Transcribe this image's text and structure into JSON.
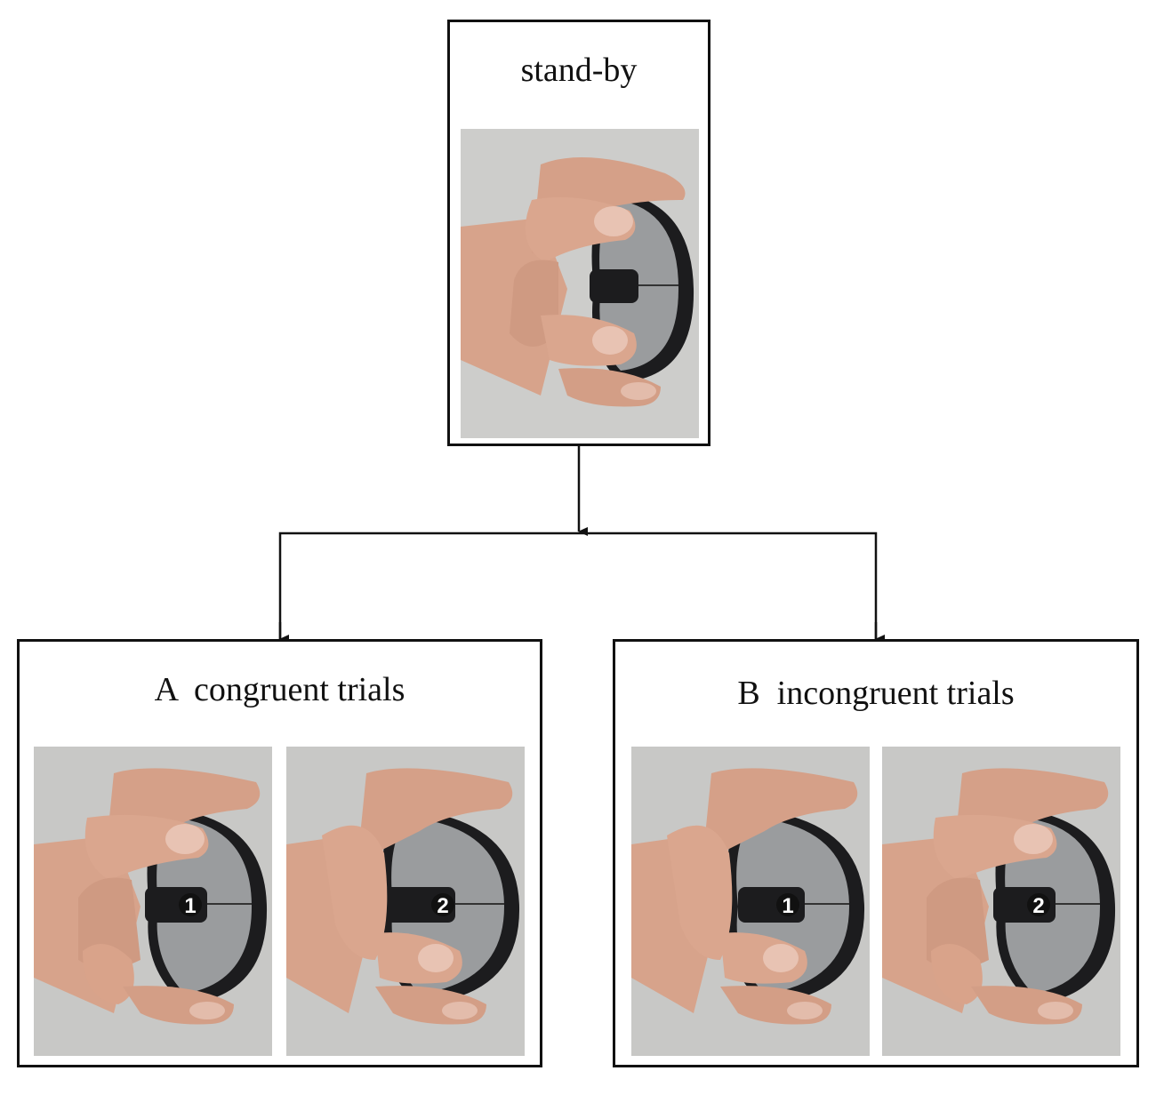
{
  "standby": {
    "title": "stand-by"
  },
  "panel_a": {
    "title": "A  congruent trials",
    "labels": [
      "1",
      "2"
    ]
  },
  "panel_b": {
    "title": "B  incongruent trials",
    "labels": [
      "1",
      "2"
    ]
  },
  "colors": {
    "border": "#111111",
    "background": "#ffffff",
    "skin": "#d9a38a",
    "wall": "#c8c8c6",
    "mouse_shell": "#9a9c9e",
    "mouse_dark": "#1c1c1e"
  }
}
